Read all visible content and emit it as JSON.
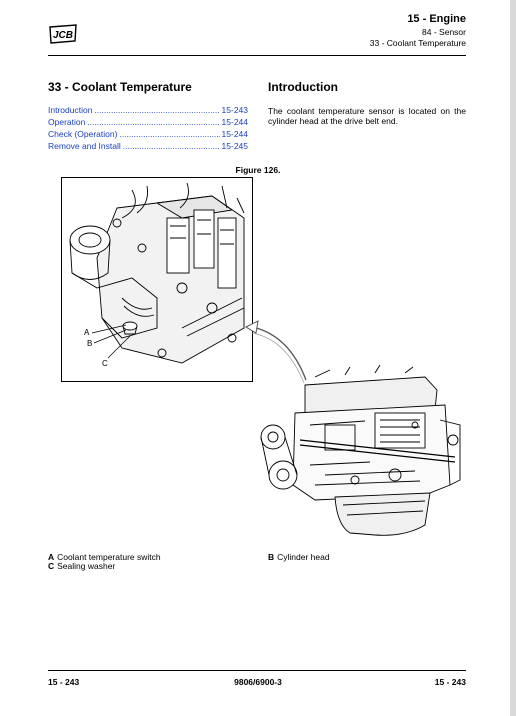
{
  "header": {
    "logo_text": "JCB",
    "chapter": "15 - Engine",
    "section": "84 - Sensor",
    "subsection": "33 - Coolant Temperature"
  },
  "left_column": {
    "title": "33 - Coolant Temperature",
    "toc": [
      {
        "label": "Introduction",
        "page": "15-243"
      },
      {
        "label": "Operation",
        "page": "15-244"
      },
      {
        "label": "Check (Operation)",
        "page": "15-244"
      },
      {
        "label": "Remove and Install",
        "page": "15-245"
      }
    ]
  },
  "right_column": {
    "title": "Introduction",
    "text": "The coolant temperature sensor is located on the cylinder head at the drive belt end."
  },
  "figure": {
    "caption": "Figure 126.",
    "callouts": [
      "A",
      "B",
      "C"
    ]
  },
  "legend": {
    "left": [
      {
        "key": "A",
        "text": "Coolant temperature switch"
      },
      {
        "key": "C",
        "text": "Sealing washer"
      }
    ],
    "right": [
      {
        "key": "B",
        "text": "Cylinder head"
      }
    ]
  },
  "footer": {
    "left": "15 - 243",
    "center": "9806/6900-3",
    "right": "15 - 243"
  },
  "colors": {
    "link": "#1a3fc4"
  }
}
